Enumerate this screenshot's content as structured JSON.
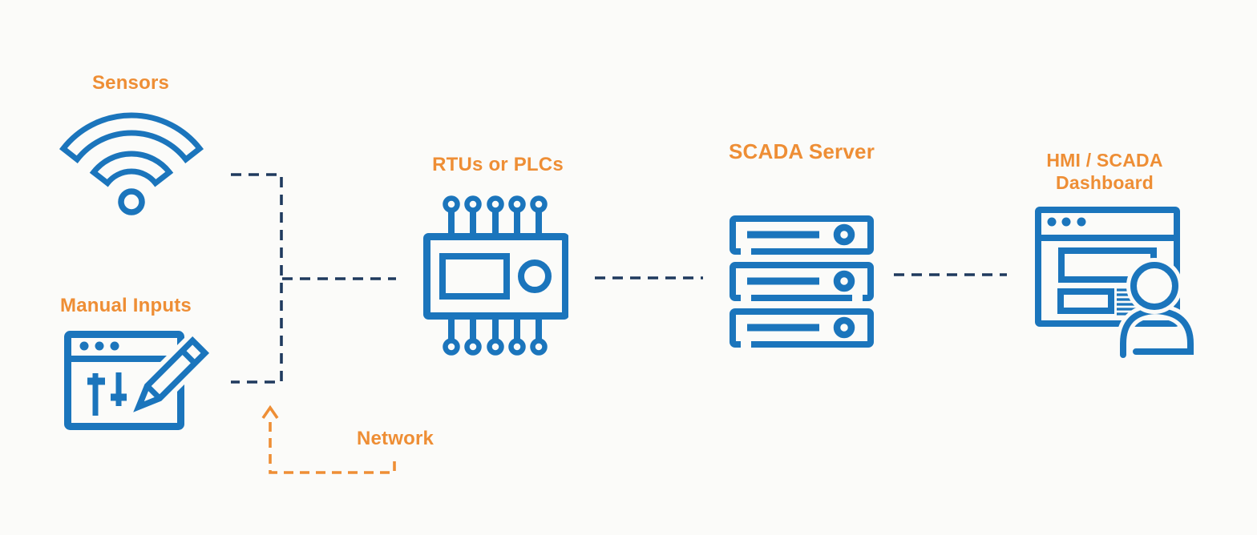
{
  "colors": {
    "background": "#FBFBF9",
    "label_orange": "#EE8E35",
    "icon_blue": "#1B75BC",
    "connector_navy": "#1F3A5E"
  },
  "nodes": {
    "sensors": {
      "label": "Sensors",
      "icon": "wifi-icon"
    },
    "manual_inputs": {
      "label": "Manual Inputs",
      "icon": "window-sliders-pencil-icon"
    },
    "rtus_plcs": {
      "label": "RTUs or PLCs",
      "icon": "plc-chip-icon"
    },
    "scada_server": {
      "label": "SCADA Server",
      "icon": "server-stack-icon"
    },
    "hmi_dashboard": {
      "label": "HMI / SCADA Dashboard",
      "icon": "dashboard-user-icon"
    }
  },
  "connectors": {
    "network_label": "Network"
  }
}
